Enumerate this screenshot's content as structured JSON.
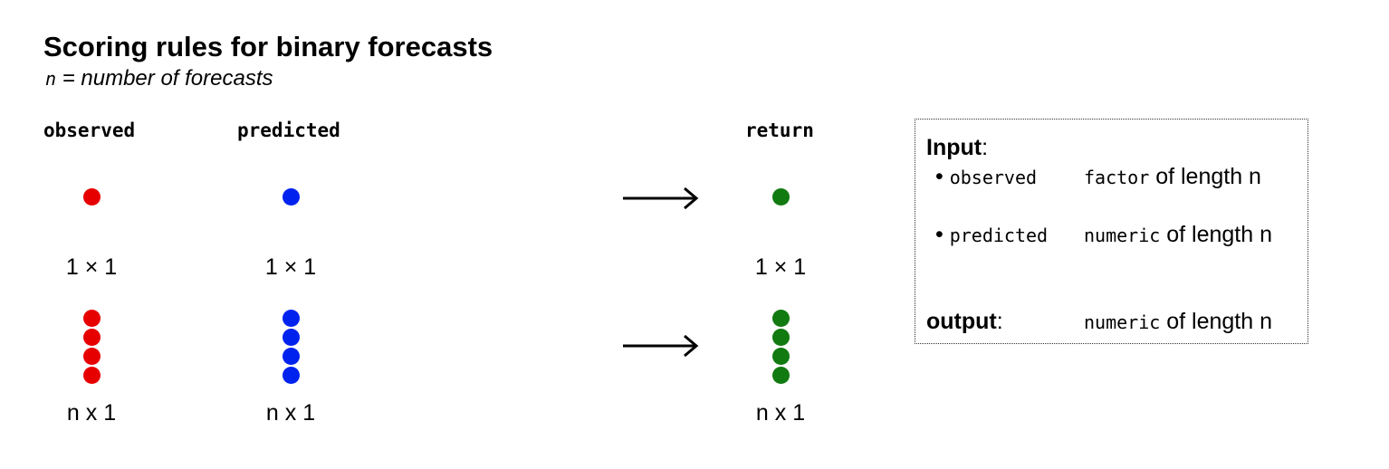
{
  "header": {
    "title": "Scoring rules for binary forecasts",
    "subtitle_var": "n",
    "subtitle_text": " = number of forecasts"
  },
  "columns": {
    "observed": "observed",
    "predicted": "predicted",
    "return": "return"
  },
  "dims": {
    "single": "1 × 1",
    "multi": "n x 1"
  },
  "colors": {
    "observed": "#e60000",
    "predicted": "#0022ee",
    "return": "#117a11"
  },
  "box": {
    "input_label": "Input",
    "output_label": "output",
    "colon": ":",
    "bullet": "•",
    "arg1_name": "observed",
    "arg1_type": "factor",
    "arg2_name": "predicted",
    "arg2_type": "numeric",
    "out_type": "numeric",
    "suffix": " of length n"
  }
}
